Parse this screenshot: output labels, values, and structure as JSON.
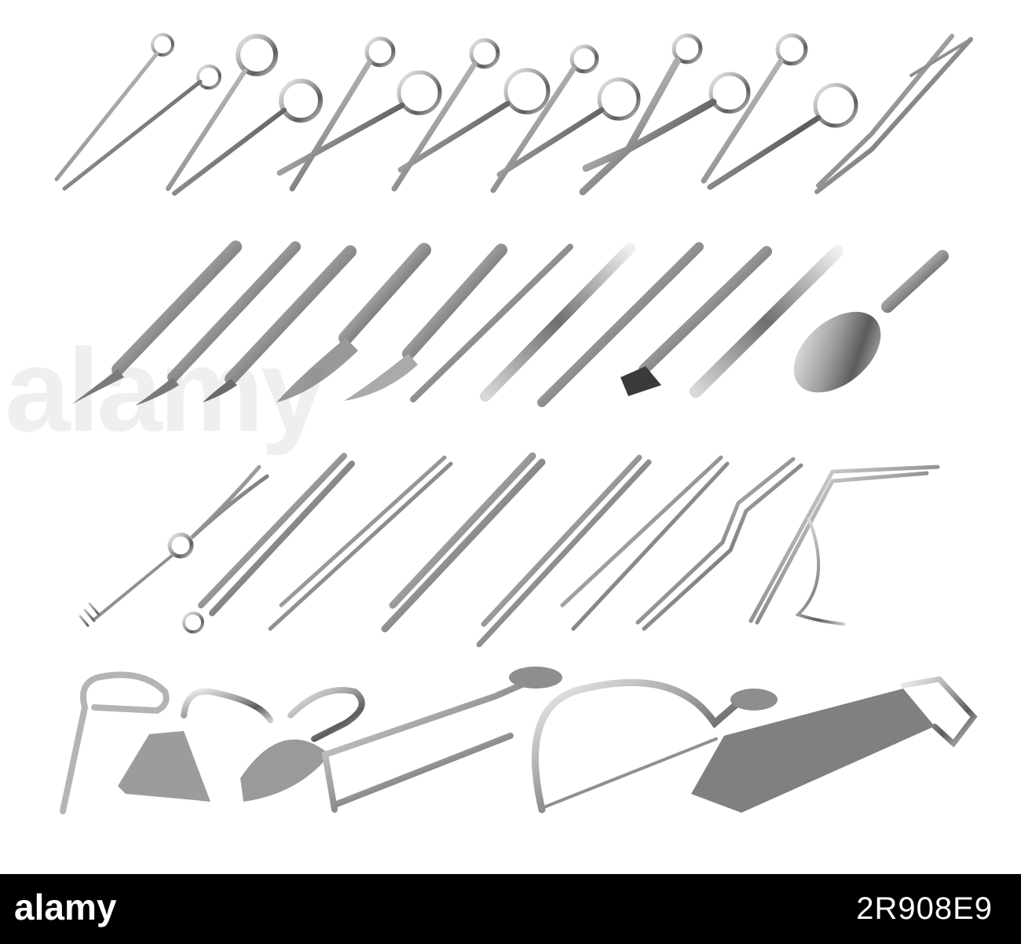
{
  "illustration": {
    "description_rows": [
      "scissors-and-clamps",
      "scalpels-and-spatulas",
      "forceps-and-tweezers",
      "bone-saws"
    ],
    "metal_color": "#9a9a9a",
    "metal_dark": "#4a4a4a",
    "metal_light": "#e8e8e8",
    "watermark_text": "alamy"
  },
  "bottom_bar": {
    "brand": "alamy",
    "image_code": "2R908E9",
    "background": "#000000",
    "text_color": "#ffffff"
  }
}
